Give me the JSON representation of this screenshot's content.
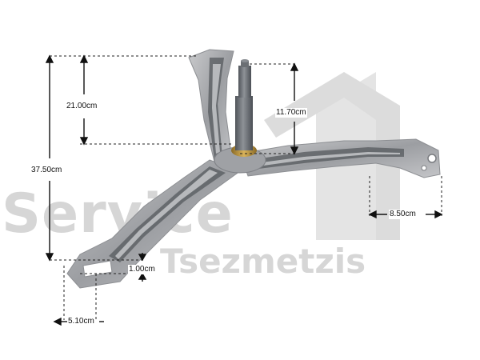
{
  "watermark": {
    "line1": "Service",
    "line2": "Tsezmetzis"
  },
  "dimensions": {
    "total_height": "37.50cm",
    "arm_height": "21.00cm",
    "shaft_height": "11.70cm",
    "end_width": "8.50cm",
    "foot_thickness": "1.00cm",
    "foot_width": "5.10cm"
  },
  "colors": {
    "spider_metal": "#a6a7aa",
    "spider_dark": "#4a4d52",
    "shaft": "#6b6f74",
    "bushing": "#b08a3a",
    "watermark": "#d6d6d6"
  }
}
